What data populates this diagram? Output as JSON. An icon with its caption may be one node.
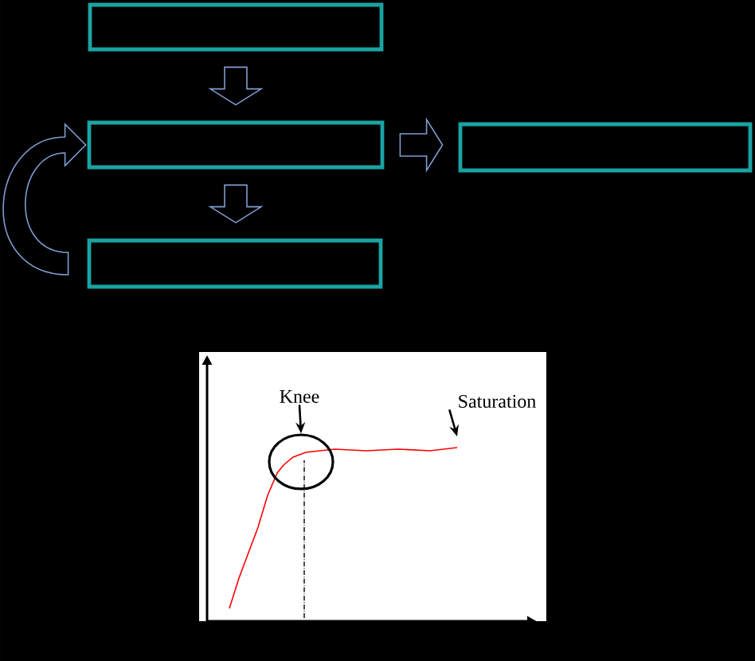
{
  "diagram": {
    "nodes": [
      {
        "text": [],
        "shape": "box"
      },
      {
        "text": [],
        "shape": "box"
      },
      {
        "text": [],
        "shape": "box"
      },
      {
        "text": [],
        "shape": "box"
      },
      {
        "text": [
          "Knee"
        ]
      },
      {
        "text": [],
        "shape": "circle"
      },
      {
        "text": [
          "Saturation"
        ]
      }
    ],
    "edges": [
      {
        "from": 0,
        "to": 1,
        "arrow": "to"
      },
      {
        "from": 1,
        "to": 2,
        "arrow": "to"
      },
      {
        "from": 1,
        "to": 3,
        "arrow": "to"
      },
      {
        "from": 3,
        "to": 1,
        "arrow": "to"
      },
      {
        "from": 4,
        "to": 5,
        "arrow": "to"
      },
      {
        "from": 6,
        "to": null,
        "arrow": "to"
      }
    ]
  }
}
